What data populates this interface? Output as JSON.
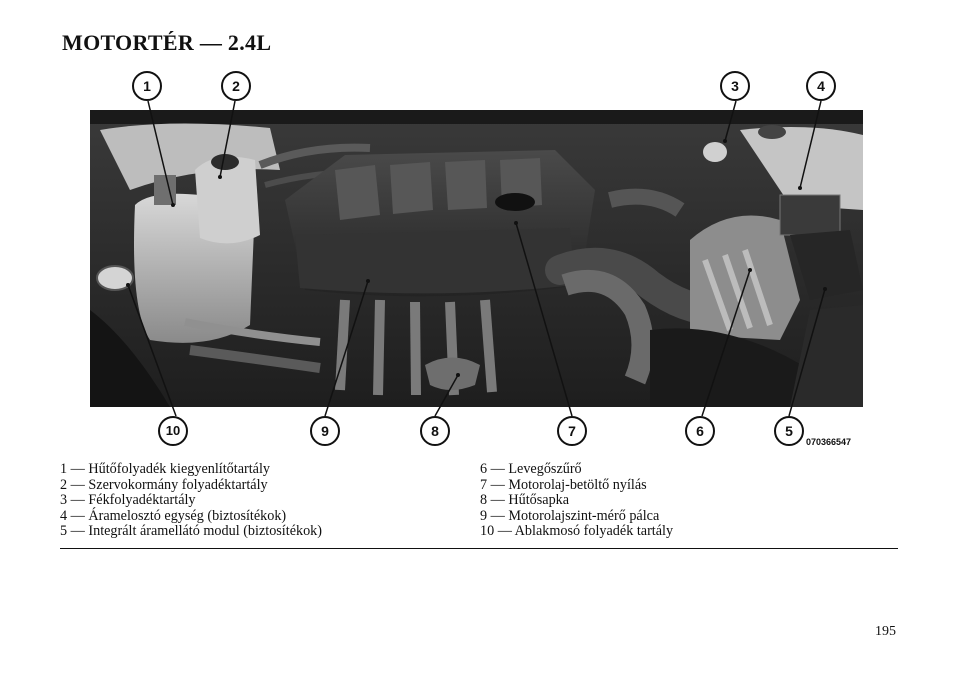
{
  "page": {
    "title": "MOTORTÉR — 2.4L",
    "page_number": "195"
  },
  "figure": {
    "image_code": "070366547",
    "callouts": [
      "1",
      "2",
      "3",
      "4",
      "5",
      "6",
      "7",
      "8",
      "9",
      "10"
    ]
  },
  "legend": {
    "left": [
      "1 — Hűtőfolyadék kiegyenlítőtartály",
      "2 — Szervokormány folyadéktartály",
      "3 — Fékfolyadéktartály",
      "4 — Áramelosztó egység (biztosítékok)",
      "5 — Integrált áramellátó modul (biztosítékok)"
    ],
    "right": [
      "6 — Levegőszűrő",
      "7 — Motorolaj-betöltő nyílás",
      "8 — Hűtősapka",
      "9 — Motorolajszint-mérő pálca",
      "10 — Ablakmosó folyadék tartály"
    ]
  }
}
